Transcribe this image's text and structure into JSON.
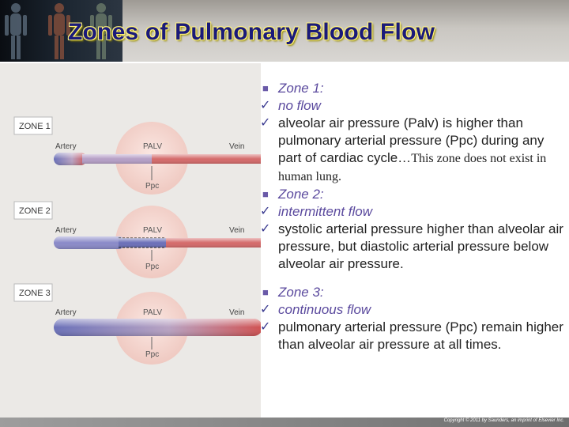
{
  "header": {
    "title": "Zones of Pulmonary Blood Flow"
  },
  "figure": {
    "zones": [
      {
        "label": "ZONE 1",
        "artery": "Artery",
        "vein": "Vein",
        "palv": "PALV",
        "ppc": "Ppc"
      },
      {
        "label": "ZONE 2",
        "artery": "Artery",
        "vein": "Vein",
        "palv": "PALV",
        "ppc": "Ppc"
      },
      {
        "label": "ZONE 3",
        "artery": "Artery",
        "vein": "Vein",
        "palv": "PALV",
        "ppc": "Ppc"
      }
    ]
  },
  "text": {
    "z1_title": "Zone 1:",
    "z1_a": "no flow",
    "z1_b": "alveolar air pressure (Palv) is higher than pulmonary arterial pressure (Ppc) during any part of cardiac cycle…",
    "z1_b_serif": "This zone does not exist in human lung.",
    "z2_title": "Zone 2:",
    "z2_a": "intermittent flow",
    "z2_b": "systolic arterial pressure higher than alveolar air pressure, but diastolic arterial pressure below alveolar air pressure.",
    "z3_title": "Zone 3:",
    "z3_a": "continuous flow",
    "z3_b": "pulmonary arterial pressure (Ppc) remain higher than alveolar air pressure at all times."
  },
  "footer": {
    "copyright": "Copyright © 2011 by Saunders, an imprint of Elsevier Inc."
  }
}
